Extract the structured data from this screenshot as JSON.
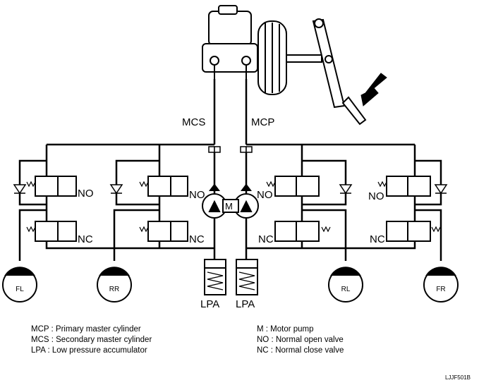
{
  "labels": {
    "mcs": "MCS",
    "mcp": "MCP",
    "no": "NO",
    "nc": "NC",
    "motor": "M",
    "lpa": "LPA"
  },
  "wheels": [
    "FL",
    "RR",
    "RL",
    "FR"
  ],
  "legend_left": [
    "MCP : Primary master cylinder",
    "MCS : Secondary master cylinder",
    "LPA : Low pressure accumulator"
  ],
  "legend_right": [
    "M : Motor pump",
    "NO : Normal open valve",
    "NC : Normal close valve"
  ],
  "figure_code": "LJJF501B"
}
